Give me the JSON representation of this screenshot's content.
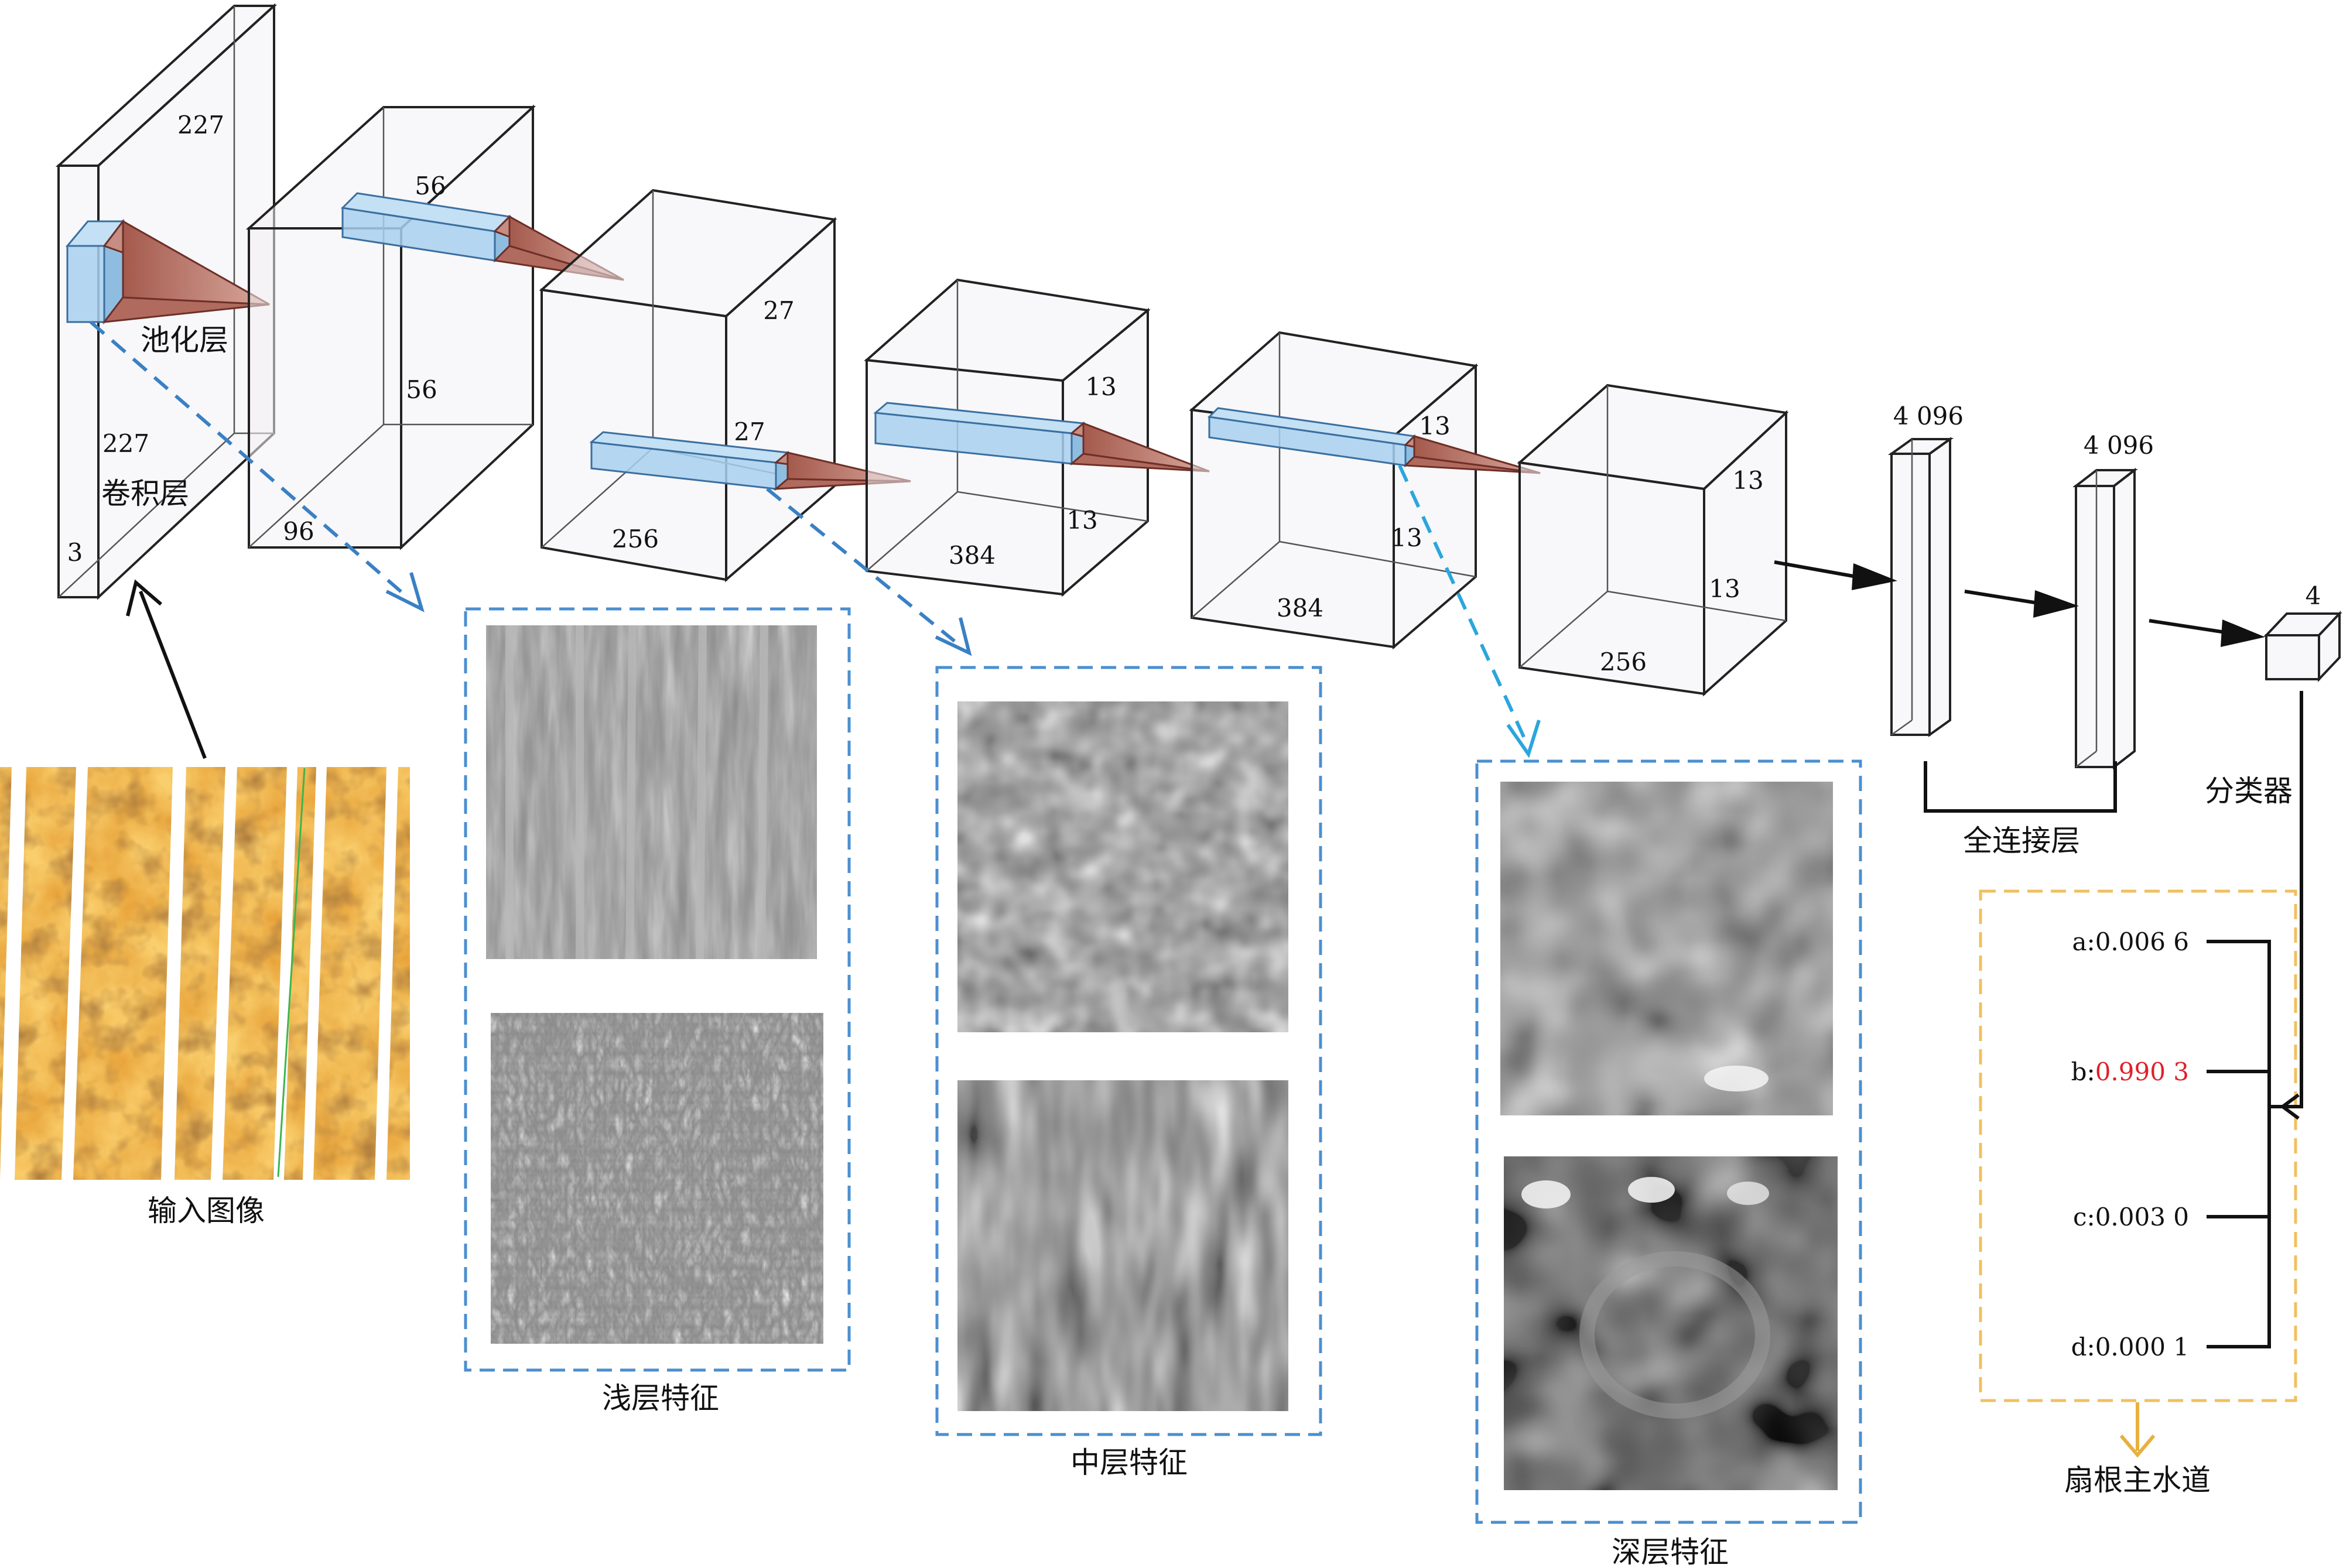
{
  "labels": {
    "pool": "池化层",
    "conv": "卷积层",
    "input": "输入图像",
    "shallow": "浅层特征",
    "middle": "中层特征",
    "deep": "深层特征",
    "fc": "全连接层",
    "classifier": "分类器",
    "result_class": "扇根主水道"
  },
  "dims": {
    "in_h": "227",
    "in_w": "227",
    "in_c": "3",
    "l1_top": "56",
    "l1_side": "56",
    "l1_depth": "96",
    "l2_side": "27",
    "l2_front": "27",
    "l2_depth": "256",
    "l3_side": "13",
    "l3_front": "13",
    "l3_depth": "384",
    "l4_side": "13",
    "l4_front": "13",
    "l4_depth": "384",
    "l5_side": "13",
    "l5_front": "13",
    "l5_depth": "256",
    "fc1": "4 096",
    "fc2": "4 096",
    "out": "4"
  },
  "probs": [
    {
      "key": "a:",
      "value": "0.006 6",
      "highlight": false
    },
    {
      "key": "b:",
      "value": "0.990 3",
      "highlight": true
    },
    {
      "key": "c:",
      "value": "0.003 0",
      "highlight": false
    },
    {
      "key": "d:",
      "value": "0.000 1",
      "highlight": false
    }
  ],
  "colors": {
    "highlight": "#e0202a",
    "kernel_blue": "#a8d0ee",
    "cone_red": "#b86b5e",
    "panel_blue": "#4b8fd0",
    "panel_yellow": "#f0c060",
    "arrow_yellow": "#e8b040"
  }
}
